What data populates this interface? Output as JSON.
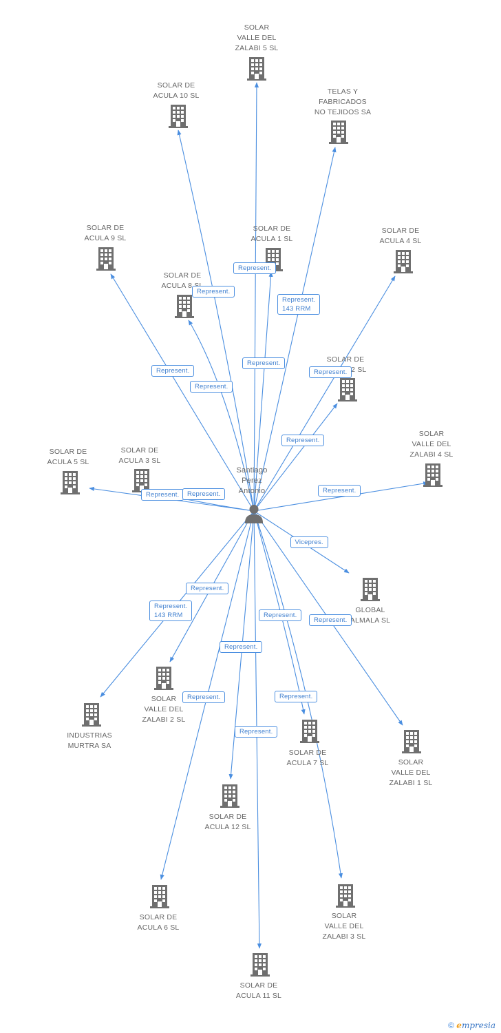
{
  "center": {
    "label": "Santiago\nPerez\nAntonio",
    "icon": "person-icon"
  },
  "colors": {
    "edge": "#4a8ee0",
    "node_icon": "#6f6f6f",
    "label": "#666666",
    "edge_text": "#3f7fcf"
  },
  "nodes": [
    {
      "id": "solar-valle-del-zalabi-5",
      "label": "SOLAR\nVALLE DEL\nZALABI 5 SL",
      "icon": "building-icon"
    },
    {
      "id": "solar-de-acula-10",
      "label": "SOLAR DE\nACULA 10 SL",
      "icon": "building-icon"
    },
    {
      "id": "telas-y-fabricados",
      "label": "TELAS Y\nFABRICADOS\nNO TEJIDOS SA",
      "icon": "building-icon"
    },
    {
      "id": "solar-de-acula-9",
      "label": "SOLAR DE\nACULA 9 SL",
      "icon": "building-icon"
    },
    {
      "id": "solar-de-acula-1",
      "label": "SOLAR DE\nACULA 1 SL",
      "icon": "building-icon"
    },
    {
      "id": "solar-de-acula-4",
      "label": "SOLAR DE\nACULA 4 SL",
      "icon": "building-icon"
    },
    {
      "id": "solar-de-acula-8",
      "label": "SOLAR DE\nACULA 8 SL",
      "icon": "building-icon"
    },
    {
      "id": "solar-de-acula-2",
      "label": "SOLAR DE\nACULA 2 SL",
      "icon": "building-icon"
    },
    {
      "id": "solar-de-acula-5",
      "label": "SOLAR DE\nACULA 5 SL",
      "icon": "building-icon"
    },
    {
      "id": "solar-de-acula-3",
      "label": "SOLAR DE\nACULA 3 SL",
      "icon": "building-icon"
    },
    {
      "id": "solar-valle-del-zalabi-4",
      "label": "SOLAR\nVALLE DEL\nZALABI 4 SL",
      "icon": "building-icon"
    },
    {
      "id": "global-alma",
      "label": "GLOBAL\nALMALA SL",
      "icon": "building-icon"
    },
    {
      "id": "industrias-murtra",
      "label": "INDUSTRIAS\nMURTRA SA",
      "icon": "building-icon"
    },
    {
      "id": "solar-valle-del-zalabi-2",
      "label": "SOLAR\nVALLE DEL\nZALABI 2 SL",
      "icon": "building-icon"
    },
    {
      "id": "solar-de-acula-7",
      "label": "SOLAR DE\nACULA 7 SL",
      "icon": "building-icon"
    },
    {
      "id": "solar-valle-del-zalabi-1",
      "label": "SOLAR\nVALLE DEL\nZALABI 1 SL",
      "icon": "building-icon"
    },
    {
      "id": "solar-de-acula-12",
      "label": "SOLAR DE\nACULA 12 SL",
      "icon": "building-icon"
    },
    {
      "id": "solar-de-acula-6",
      "label": "SOLAR DE\nACULA 6 SL",
      "icon": "building-icon"
    },
    {
      "id": "solar-valle-del-zalabi-3",
      "label": "SOLAR\nVALLE DEL\nZALABI 3 SL",
      "icon": "building-icon"
    },
    {
      "id": "solar-de-acula-11",
      "label": "SOLAR DE\nACULA 11 SL",
      "icon": "building-icon"
    }
  ],
  "edges": [
    {
      "to": "solar-valle-del-zalabi-5",
      "label": "Represent."
    },
    {
      "to": "solar-de-acula-10",
      "label": "Represent."
    },
    {
      "to": "telas-y-fabricados",
      "label": "Represent.\n143 RRM"
    },
    {
      "to": "solar-de-acula-9",
      "label": "Represent."
    },
    {
      "to": "solar-de-acula-1",
      "label": "Represent."
    },
    {
      "to": "solar-de-acula-4",
      "label": "Represent."
    },
    {
      "to": "solar-de-acula-8",
      "label": "Represent."
    },
    {
      "to": "solar-de-acula-2",
      "label": "Represent."
    },
    {
      "to": "solar-de-acula-5",
      "label": "Represent."
    },
    {
      "to": "solar-de-acula-3",
      "label": "Represent."
    },
    {
      "to": "solar-valle-del-zalabi-4",
      "label": "Represent."
    },
    {
      "to": "global-alma",
      "label": "Vicepres."
    },
    {
      "to": "industrias-murtra",
      "label": "Represent.\n143 RRM"
    },
    {
      "to": "solar-valle-del-zalabi-2",
      "label": "Represent."
    },
    {
      "to": "solar-de-acula-7",
      "label": "Represent."
    },
    {
      "to": "solar-valle-del-zalabi-1",
      "label": "Represent."
    },
    {
      "to": "solar-de-acula-12",
      "label": "Represent."
    },
    {
      "to": "solar-de-acula-6",
      "label": "Represent."
    },
    {
      "to": "solar-valle-del-zalabi-3",
      "label": "Represent."
    },
    {
      "to": "solar-de-acula-11",
      "label": "Represent."
    }
  ],
  "footer": {
    "copyright": "©",
    "brand_initial": "e",
    "brand_rest": "mpresia"
  }
}
